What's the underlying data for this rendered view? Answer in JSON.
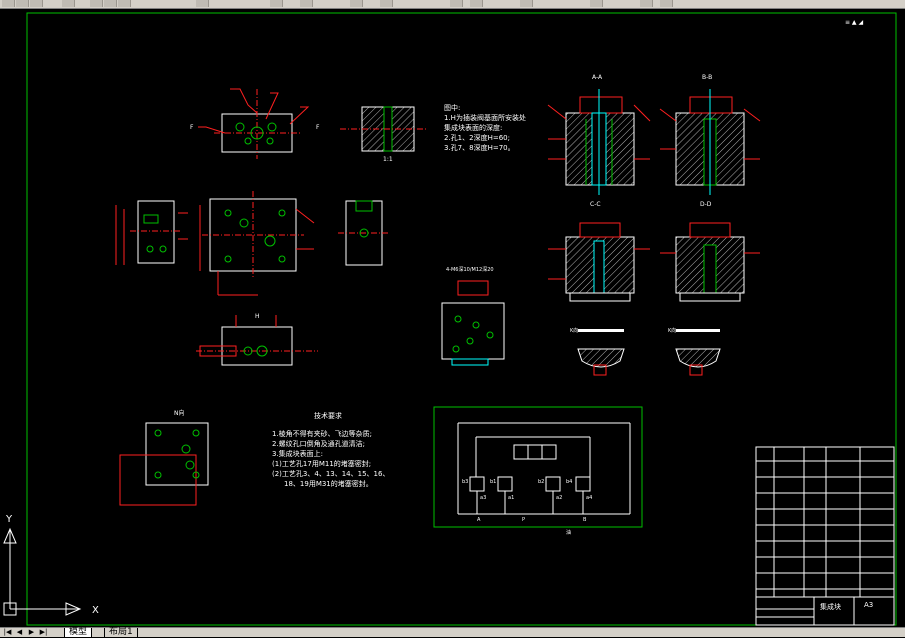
{
  "colors": {
    "background": "#000000",
    "border": "#00c000",
    "dims": "#ff2020",
    "geometry": "#ffffff",
    "centerline": "#00ffff",
    "hatch": "#ffffff",
    "text": "#ffffff",
    "ui": "#d4d0c8"
  },
  "tabs": {
    "model": "模型",
    "layout": "布局1"
  },
  "sheet": {
    "corner_mark": "≡ ▲ ◢"
  },
  "note": {
    "title": "图中:",
    "line1": "1.H为插装阀基面所安装处",
    "line2": "集成块表面的深度:",
    "line3": "2.孔1、2深度H=60;",
    "line4": "3.孔7、8深度H=70。"
  },
  "tech": {
    "title": "技术要求",
    "r1": "1.棱角不得有夹砂、飞边等杂质;",
    "r2": "2.螺纹孔口倒角及通孔道清洁;",
    "r3": "3.集成块表面上:",
    "r4": "(1)工艺孔17用M11的堵塞密封;",
    "r5": "(2)工艺孔3、4、13、14、15、16、",
    "r6": "18、19用M31的堵塞密封。"
  },
  "views": {
    "aa": "A-A",
    "bb": "B-B",
    "cc": "C-C",
    "dd": "D-D",
    "scale": "1:1",
    "nview": "N向",
    "kview": "K向",
    "top_h": "H",
    "box_label": "4-M6深10/M12深20",
    "f_left": "F",
    "f_right": "F"
  },
  "schematic": {
    "a": "A",
    "p": "P",
    "b": "B",
    "b1": "b1",
    "b2": "b2",
    "b3": "b3",
    "b4": "b4",
    "a1": "a1",
    "a2": "a2",
    "a3": "a3",
    "a4": "a4",
    "caption": "油"
  },
  "titleblock": {
    "name": "集成块",
    "code": "A3"
  },
  "ucs": {
    "x": "X",
    "y": "Y"
  }
}
